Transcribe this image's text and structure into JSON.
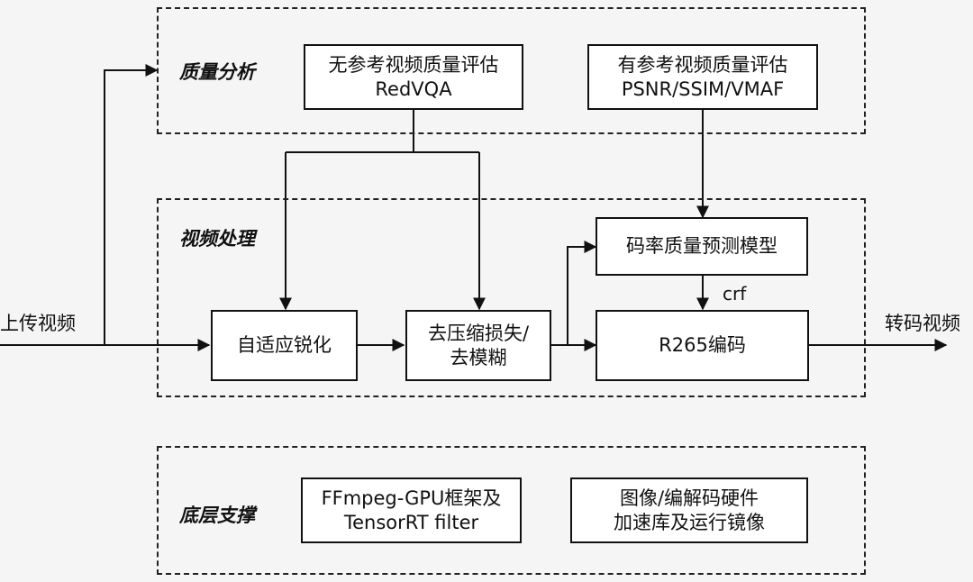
{
  "groups": {
    "quality": "质量分析",
    "processing": "视频处理",
    "infra": "底层支撑"
  },
  "nodes": {
    "noref_line1": "无参考视频质量评估",
    "noref_line2": "RedVQA",
    "ref_line1": "有参考视频质量评估",
    "ref_line2": "PSNR/SSIM/VMAF",
    "sharpen": "自适应锐化",
    "deartifact_line1": "去压缩损失/",
    "deartifact_line2": "去模糊",
    "bitrate_model": "码率质量预测模型",
    "encoder": "R265编码",
    "ffmpeg_line1": "FFmpeg-GPU框架及",
    "ffmpeg_line2": "TensorRT filter",
    "accel_line1": "图像/编解码硬件",
    "accel_line2": "加速库及运行镜像"
  },
  "io": {
    "input": "上传视频",
    "output": "转码视频"
  },
  "edges": {
    "crf": "crf"
  }
}
